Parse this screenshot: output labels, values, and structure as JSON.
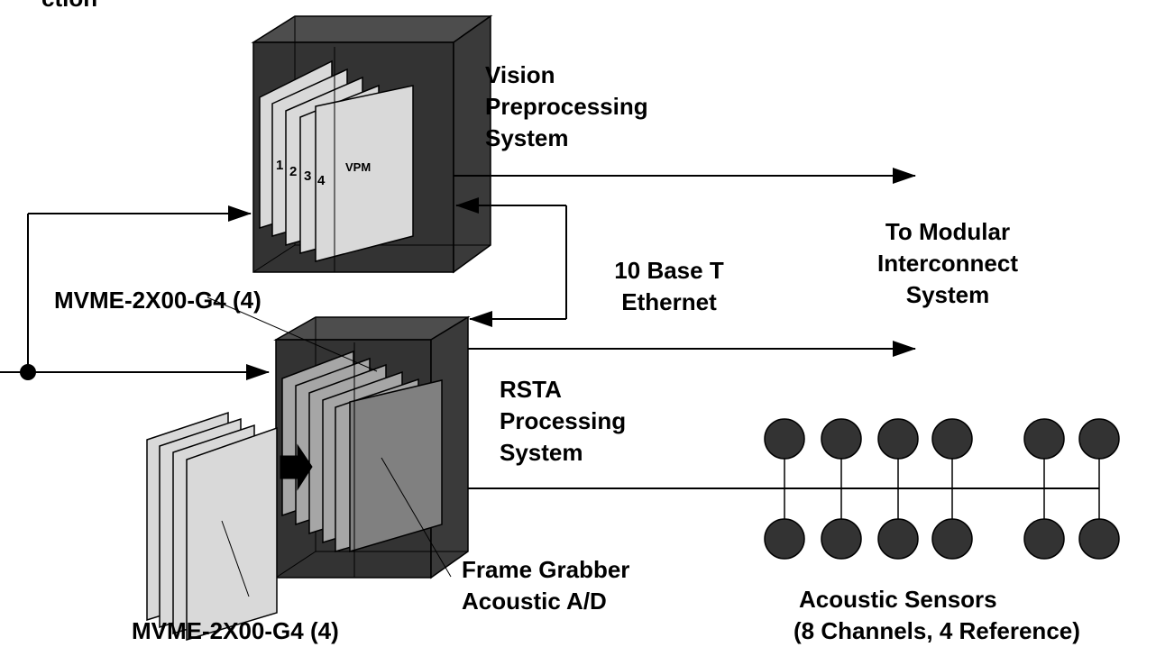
{
  "labels": {
    "section_fragment": "ction",
    "vision_system": [
      "Vision",
      "Preprocessing",
      "System"
    ],
    "board_numbers": [
      "1",
      "2",
      "3",
      "4"
    ],
    "vpm": "VPM",
    "destination": [
      "To Modular",
      "Interconnect",
      "System"
    ],
    "ethernet": [
      "10 Base T",
      "Ethernet"
    ],
    "mvme_top": "MVME-2X00-G4 (4)",
    "rsta_system": [
      "RSTA",
      "Processing",
      "System"
    ],
    "frame_grabber": [
      "Frame Grabber",
      "Acoustic A/D"
    ],
    "mvme_bottom": "MVME-2X00-G4 (4)",
    "acoustic_sensors": [
      "Acoustic Sensors",
      "(8 Channels, 4 Reference)"
    ]
  },
  "colors": {
    "cabinet_body": "#333333",
    "cabinet_top": "#4d4d4d",
    "board_light": "#d9d9d9",
    "board_mid": "#a6a6a6",
    "board_dark": "#808080",
    "line": "#000000",
    "sensor": "#333333"
  }
}
